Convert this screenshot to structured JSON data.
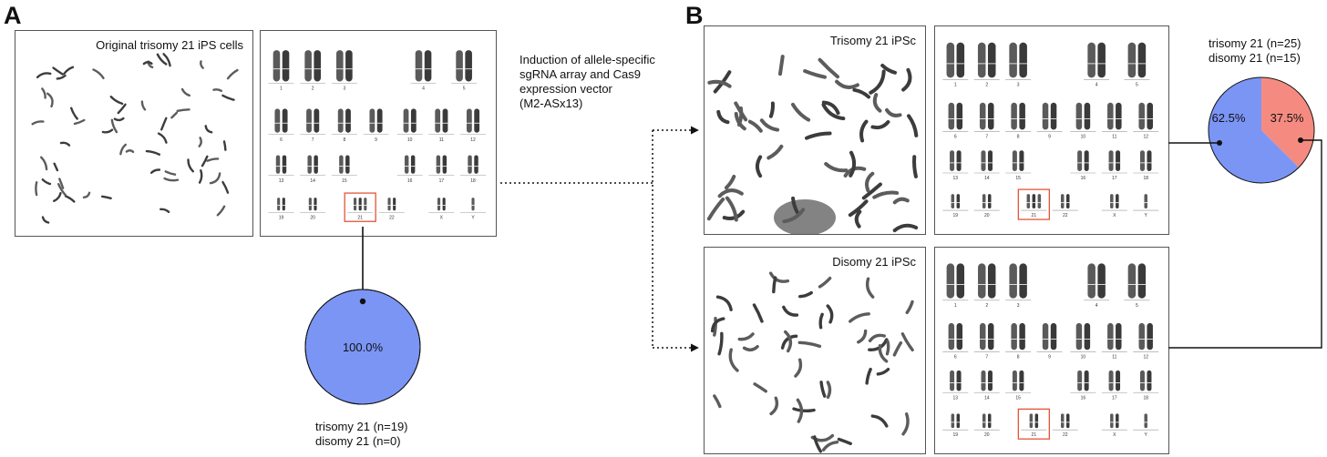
{
  "panels": {
    "a": "A",
    "b": "B"
  },
  "panel_a": {
    "spread_title": "Original trisomy 21 iPS cells",
    "pie": {
      "slices": [
        {
          "label": "100.0%",
          "fraction": 1.0,
          "color": "#7b95f5"
        }
      ]
    },
    "counts": [
      "trisomy 21 (n=19)",
      "disomy 21 (n=0)"
    ]
  },
  "induction_text": [
    "Induction of allele-specific",
    "sgRNA array and Cas9",
    "expression vector",
    "(M2-ASx13)"
  ],
  "panel_b": {
    "trisomy_title": "Trisomy 21 iPSc",
    "disomy_title": "Disomy 21 iPSc",
    "counts": [
      "trisomy 21 (n=25)",
      "disomy 21 (n=15)"
    ],
    "pie": {
      "slices": [
        {
          "label": "62.5%",
          "fraction": 0.625,
          "color": "#7b95f5"
        },
        {
          "label": "37.5%",
          "fraction": 0.375,
          "color": "#f58b80"
        }
      ]
    }
  },
  "karyotype_labels": [
    "1",
    "2",
    "3",
    "4",
    "5",
    "6",
    "7",
    "8",
    "9",
    "10",
    "11",
    "12",
    "13",
    "14",
    "15",
    "16",
    "17",
    "18",
    "19",
    "20",
    "21",
    "22",
    "X",
    "Y"
  ],
  "colors": {
    "trisomy_blue": "#7b95f5",
    "disomy_salmon": "#f58b80",
    "highlight": "#e2553a"
  }
}
